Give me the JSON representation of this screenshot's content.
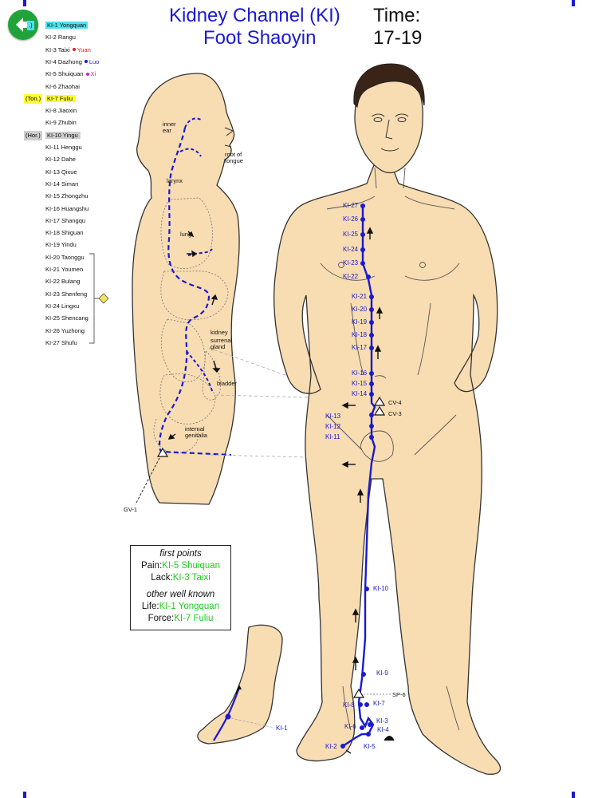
{
  "header": {
    "title_line1": "Kidney Channel (KI)",
    "title_line2": "Foot Shaoyin",
    "time_label": "Time:",
    "time_value": "17-19"
  },
  "back_button": {
    "icon": "arrow-left-icon",
    "color": "#1fa33a"
  },
  "point_list": [
    {
      "label": "KI-1 Yongquan",
      "tag": ".)",
      "highlight": "#4fe0f0"
    },
    {
      "label": "KI-2 Rangu"
    },
    {
      "label": "KI-3 Taixi",
      "marker": "Yuan",
      "marker_color": "#e02020"
    },
    {
      "label": "KI-4 Dazhong",
      "marker": "Luo",
      "marker_color": "#1a1ad0"
    },
    {
      "label": "KI-5 Shuiquan",
      "marker": "Xi",
      "marker_color": "#d020d0"
    },
    {
      "label": "KI-6 Zhaohai"
    },
    {
      "label": "KI-7 Fuliu",
      "tag": "(Ton.)",
      "highlight": "#ffff33"
    },
    {
      "label": "KI-8 Jiaoxin"
    },
    {
      "label": "KI-9 Zhubin"
    },
    {
      "label": "KI-10 Yingu",
      "tag": "(Hor.)",
      "highlight": "#cfcfcf"
    },
    {
      "label": "KI-11 Henggu"
    },
    {
      "label": "KI-12 Dahe"
    },
    {
      "label": "KI-13 Qixue"
    },
    {
      "label": "KI-14 Siman"
    },
    {
      "label": "KI-15 Zhongzhu"
    },
    {
      "label": "KI-16 Huangshu"
    },
    {
      "label": "KI-17 Shangqu"
    },
    {
      "label": "KI-18 Shiguan"
    },
    {
      "label": "KI-19 Yindu"
    },
    {
      "label": "KI-20 Taonggu"
    },
    {
      "label": "KI-21 Youmen"
    },
    {
      "label": "KI-22 Bulang"
    },
    {
      "label": "KI-23 Shenfeng"
    },
    {
      "label": "KI-24 Lingxu"
    },
    {
      "label": "KI-25 Shencang"
    },
    {
      "label": "KI-26 Yuzhong"
    },
    {
      "label": "KI-27 Shufu"
    }
  ],
  "legend": {
    "heading1": "first points",
    "pain_label": "Pain:",
    "pain_value": "KI-5 Shuiquan",
    "lack_label": "Lack:",
    "lack_value": "KI-3 Taixi",
    "heading2": "other well known",
    "life_label": "Life:",
    "life_value": "KI-1 Yongquan",
    "force_label": "Force:",
    "force_value": "KI-7 Fuliu"
  },
  "side_labels": {
    "inner_ear": "inner ear",
    "root_of_tongue": "root of tongue",
    "larynx": "larynx",
    "lung": "lung",
    "kidney": "kidney",
    "surrenal_gland": "surrenal gland",
    "bladder": "bladder",
    "internal_genitalia": "internal genitalia",
    "gv1": "GV-1"
  },
  "body_points": {
    "KI27": "KI-27",
    "KI26": "KI-26",
    "KI25": "KI-25",
    "KI24": "KI-24",
    "KI23": "KI-23",
    "KI22": "KI-22",
    "KI21": "KI-21",
    "KI20": "KI-20",
    "KI19": "KI-19",
    "KI18": "KI-18",
    "KI17": "KI-17",
    "KI16": "KI-16",
    "KI15": "KI-15",
    "KI14": "KI-14",
    "KI13": "KI-13",
    "KI12": "KI-12",
    "KI11": "KI-11",
    "KI10": "KI-10",
    "KI9": "KI-9",
    "KI8": "KI-8",
    "KI7": "KI-7",
    "KI6": "KI-6",
    "KI5": "KI-5",
    "KI4": "KI-4",
    "KI3": "KI-3",
    "KI2": "KI-2",
    "KI1": "KI-1",
    "CV4": "CV-4",
    "CV3": "CV-3",
    "SP6": "SP-6"
  },
  "colors": {
    "channel": "#1a1ad0",
    "skin": "#f8dcb2",
    "outline": "#333333",
    "hair": "#3a2418"
  }
}
